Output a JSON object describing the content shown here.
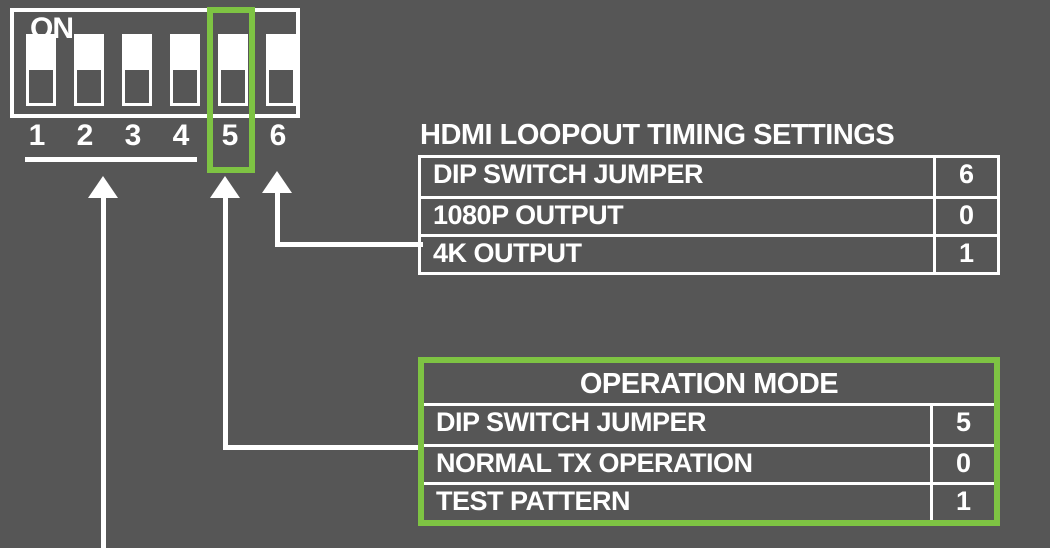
{
  "diagram": {
    "background_color": "#565656",
    "line_color": "#ffffff",
    "highlight_color": "#7ec343"
  },
  "dip_switch": {
    "on_label": "ON",
    "positions": [
      {
        "number": "1",
        "state": "on"
      },
      {
        "number": "2",
        "state": "on"
      },
      {
        "number": "3",
        "state": "on"
      },
      {
        "number": "4",
        "state": "on"
      },
      {
        "number": "5",
        "state": "on"
      },
      {
        "number": "6",
        "state": "on"
      }
    ]
  },
  "tables": [
    {
      "id": "hdmi-loopout",
      "title": "HDMI LOOPOUT TIMING SETTINGS",
      "highlighted": false,
      "rows": [
        {
          "label": "DIP SWITCH JUMPER",
          "value": "6"
        },
        {
          "label": "1080P OUTPUT",
          "value": "0"
        },
        {
          "label": "4K OUTPUT",
          "value": "1"
        }
      ]
    },
    {
      "id": "operation-mode",
      "title": "OPERATION MODE",
      "highlighted": true,
      "rows": [
        {
          "label": "DIP SWITCH JUMPER",
          "value": "5"
        },
        {
          "label": "NORMAL TX OPERATION",
          "value": "0"
        },
        {
          "label": "TEST PATTERN",
          "value": "1"
        }
      ]
    }
  ]
}
